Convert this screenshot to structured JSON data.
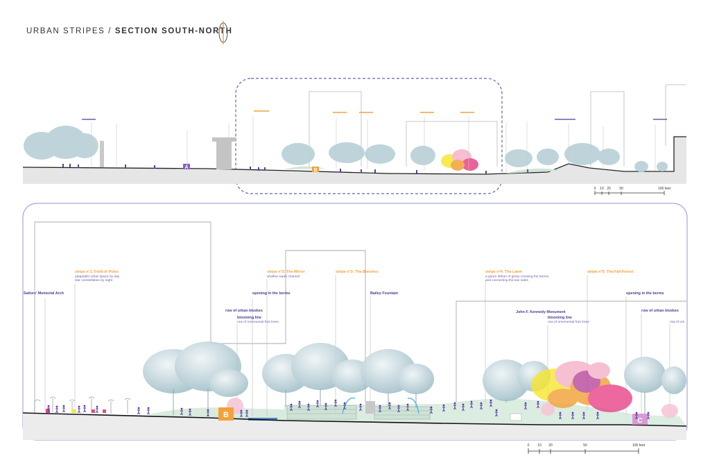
{
  "title": {
    "prefix": "URBAN STRIPES /",
    "main": "SECTION SOUTH-NORTH"
  },
  "colors": {
    "stripe_label": "#f2a23a",
    "landmark_label": "#4a3b8f",
    "tree": "#a9c6cf",
    "ground": "#dfe9e4",
    "frame": "#9fa3d6",
    "fall_forest": [
      "#f7e733",
      "#f2a23a",
      "#e8478a",
      "#f6b3c9",
      "#b94b9e"
    ]
  },
  "icons": [
    "north-compass-icon",
    "kiosk-A-icon",
    "kiosk-B-icon",
    "kiosk-C-icon",
    "fountain-icon",
    "monument-icon",
    "tree-icon",
    "person-icon"
  ],
  "overview": {
    "kiosk_a": "A",
    "kiosk_b": "B",
    "scale": {
      "ticks": [
        "0",
        "10",
        "20",
        "50",
        "100 feet"
      ]
    }
  },
  "detail": {
    "labels": {
      "stripe1_title": "stripe n°1: Field of Poles",
      "stripe1_desc1": "adaptable urban space by day",
      "stripe1_desc2": "star constellation by night",
      "sailors_arch": "Sailors' Memorial Arch",
      "stripe2_title": "stripe n°2: The Mirror",
      "stripe2_desc": "shallow water channel",
      "opening1": "opening in the berms",
      "kiosks1": "row of urban kioskes",
      "blooming1_title": "blooming line",
      "blooming1_desc": "row of ornemental fruit trees",
      "stripe3_title": "stripe n°3: The Benches",
      "bailey": "Bailey Fountain",
      "stripe4_title": "stripe n°4: The Lawn",
      "stripe4_desc1": "a green ribbon of grass crossing the berms",
      "stripe4_desc2": "and connecting the two sides",
      "jfk": "John F. Kennedy Monument",
      "blooming2_title": "blooming line",
      "blooming2_desc": "row of ornemental fruit trees",
      "stripe5_title": "stripe n°5: The Fall Forest",
      "opening2": "opening in the berms",
      "kiosks2": "row of urban kioskes",
      "cut_label": "row of ore"
    },
    "kiosk_b": "B",
    "kiosk_c": "C",
    "scale": {
      "ticks": [
        "0",
        "10",
        "20",
        "50",
        "100 feet"
      ]
    }
  }
}
